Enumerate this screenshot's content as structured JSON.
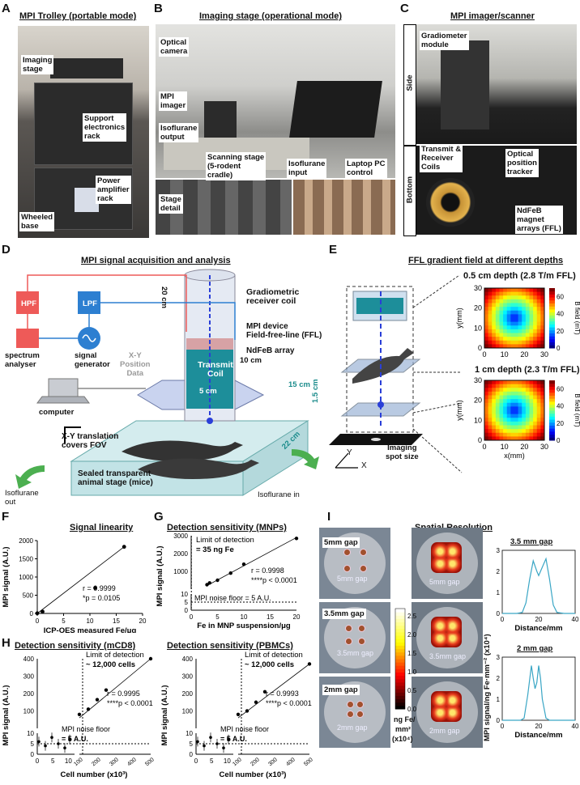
{
  "panels": {
    "A": {
      "letter": "A",
      "title": "MPI Trolley (portable mode)",
      "labels": {
        "imaging_stage": "Imaging\nstage",
        "support": "Support\nelectronics\nrack",
        "power": "Power\namplifier\nrack",
        "wheeled": "Wheeled\nbase"
      }
    },
    "B": {
      "letter": "B",
      "title": "Imaging stage (operational mode)",
      "labels": {
        "camera": "Optical\ncamera",
        "imager": "MPI\nimager",
        "iso_out": "Isoflurane\noutput",
        "scan_stage": "Scanning stage\n(5-rodent\ncradle)",
        "iso_in": "Isoflurane\ninput",
        "laptop": "Laptop PC\ncontrol",
        "stage_detail": "Stage\ndetail"
      }
    },
    "C": {
      "letter": "C",
      "title": "MPI imager/scanner",
      "labels": {
        "side": "Side",
        "bottom": "Bottom",
        "gradiometer": "Gradiometer\nmodule",
        "coils": "Transmit &\nReceiver\nCoils",
        "tracker": "Optical\nposition\ntracker",
        "magnets": "NdFeB\nmagnet\narrays (FFL)"
      }
    },
    "D": {
      "letter": "D",
      "title": "MPI signal acquisition and analysis",
      "labels": {
        "hpf": "HPF",
        "lpf": "LPF",
        "spectrum": "spectrum\nanalyser",
        "siggen": "signal\ngenerator",
        "xy_data": "X-Y\nPosition\nData",
        "computer": "computer",
        "gradio_coil": "Gradiometric\nreceiver coil",
        "mpi_device": "MPI device\nField-free-line (FFL)",
        "ndfeb": "NdFeB array",
        "transmit": "Transmit\nCoil",
        "d20": "20 cm",
        "d10": "10 cm",
        "d5": "5 cm",
        "d15": "15 cm",
        "d15b": "1.5 cm",
        "d22": "22 cm",
        "xy_trans": "X-Y translation\ncovers FOV",
        "sealed": "Sealed transparent\nanimal stage (mice)",
        "iso_out": "Isoflurane\nout",
        "iso_in": "Isoflurane in"
      }
    },
    "E": {
      "letter": "E",
      "title": "FFL gradient field at different depths",
      "labels": {
        "top": "0.5 cm depth (2.8 T/m FFL)",
        "bottom": "1 cm depth (2.3 T/m FFL)",
        "spot": "Imaging\nspot size",
        "ylab": "y(mm)",
        "xlab": "x(mm)",
        "cbar": "B field (mT)",
        "ax_y": "Y",
        "ax_x": "X"
      }
    },
    "F": {
      "letter": "F",
      "title": "Signal linearity",
      "labels": {
        "r": "r = 0.9999",
        "p": "*p = 0.0105"
      }
    },
    "G": {
      "letter": "G",
      "title": "Detection sensitivity (MNPs)",
      "labels": {
        "lod1": "Limit of detection",
        "lod2": "= 35 ng Fe",
        "r": "r = 0.9998",
        "p": "****p < 0.0001",
        "noise": "MPI noise floor = 5 A.U."
      }
    },
    "H1": {
      "letter": "H",
      "title": "Detection sensitivity (mCD8)",
      "labels": {
        "lod1": "Limit of detection",
        "lod2": "~ 12,000 cells",
        "r": "r = 0.9995",
        "p": "****p < 0.0001",
        "noise1": "MPI noise floor",
        "noise2": "= 5 A.U."
      }
    },
    "H2": {
      "title": "Detection sensitivity (PBMCs)",
      "labels": {
        "lod1": "Limit of detection",
        "lod2": "~ 12,000 cells",
        "r": "r = 0.9993",
        "p": "****p < 0.0001",
        "noise1": "MPI noise floor",
        "noise2": "= 5 A.U."
      }
    },
    "I": {
      "letter": "I",
      "title": "Spatial Resolution",
      "labels": {
        "g5": "5mm gap",
        "g35": "3.5mm gap",
        "g2": "2mm gap",
        "cbar1": "ng Fe/",
        "cbar2": "mm²",
        "cbar3": "(x10⁴)",
        "prof35": "3.5 mm gap",
        "prof2": "2 mm gap",
        "ylab": "MPI signal/ng Fe·mm⁻² (x10⁴)",
        "xlab": "Distance/mm",
        "disk5": "5mm gap",
        "disk35": "3.5mm gap",
        "disk2": "2mm gap"
      }
    }
  },
  "chart_data": [
    {
      "id": "F",
      "type": "scatter",
      "title": "Signal linearity",
      "xlabel": "ICP-OES measured Fe/μg",
      "ylabel": "MPI signal (A.U.)",
      "xlim": [
        0,
        20
      ],
      "ylim": [
        0,
        2000
      ],
      "xticks": [
        0,
        5,
        10,
        15,
        20
      ],
      "yticks": [
        0,
        500,
        1000,
        1500,
        2000
      ],
      "x": [
        0,
        1,
        11,
        16.5
      ],
      "y": [
        5,
        50,
        700,
        1830
      ]
    },
    {
      "id": "G",
      "type": "scatter",
      "title": "Detection sensitivity (MNPs)",
      "xlabel": "Fe in MNP suspension/μg",
      "ylabel": "MPI signal (A.U.)",
      "xlim": [
        0,
        20
      ],
      "ylim": [
        0,
        3000
      ],
      "xticks": [
        0,
        5,
        10,
        15,
        20
      ],
      "yticks": [
        1000,
        2000,
        3000
      ],
      "lower_yticks": [
        0,
        5,
        10
      ],
      "x": [
        3,
        3.5,
        5,
        7.5,
        10,
        20
      ],
      "y": [
        250,
        350,
        500,
        900,
        1400,
        2850
      ]
    },
    {
      "id": "H1",
      "type": "scatter",
      "title": "Detection sensitivity (mCD8)",
      "xlabel": "Cell number (x10³)",
      "ylabel": "MPI signal (A.U.)",
      "yticks": [
        100,
        200,
        300,
        400
      ],
      "lower_yticks": [
        0,
        5,
        10
      ],
      "xticks_low": [
        0,
        5,
        10
      ],
      "xticks_high": [
        100,
        200,
        300,
        400,
        500
      ],
      "x": [
        100,
        150,
        200,
        250,
        500
      ],
      "y": [
        80,
        110,
        165,
        220,
        400
      ]
    },
    {
      "id": "H2",
      "type": "scatter",
      "title": "Detection sensitivity (PBMCs)",
      "xlabel": "Cell number (x10³)",
      "ylabel": "MPI signal (A.U.)",
      "yticks": [
        100,
        200,
        300,
        400
      ],
      "lower_yticks": [
        0,
        5,
        10
      ],
      "xticks_low": [
        0,
        5,
        10
      ],
      "xticks_high": [
        100,
        200,
        300,
        400,
        500
      ],
      "x": [
        100,
        150,
        200,
        250,
        500
      ],
      "y": [
        80,
        100,
        150,
        210,
        370
      ]
    },
    {
      "id": "E1",
      "type": "heatmap",
      "xlim": [
        0,
        30
      ],
      "ylim": [
        0,
        30
      ],
      "xticks": [
        0,
        10,
        20,
        30
      ],
      "yticks": [
        0,
        10,
        20,
        30
      ],
      "cbar_ticks": [
        0,
        20,
        40,
        60
      ]
    },
    {
      "id": "E2",
      "type": "heatmap",
      "xlim": [
        0,
        30
      ],
      "ylim": [
        0,
        30
      ],
      "xticks": [
        0,
        10,
        20,
        30
      ],
      "yticks": [
        0,
        10,
        20,
        30
      ],
      "cbar_ticks": [
        0,
        20,
        40,
        60
      ]
    },
    {
      "id": "I1",
      "type": "line",
      "title": "3.5 mm gap",
      "xlim": [
        0,
        40
      ],
      "ylim": [
        0,
        3
      ],
      "xticks": [
        0,
        20,
        40
      ],
      "yticks": [
        0,
        1,
        2,
        3
      ],
      "x": [
        0,
        8,
        11,
        13,
        15,
        17,
        19,
        20,
        22,
        24,
        26,
        28,
        30,
        34,
        40
      ],
      "y": [
        0,
        0,
        0.05,
        0.5,
        1.6,
        2.5,
        2.0,
        1.8,
        2.2,
        2.6,
        1.6,
        0.4,
        0.05,
        0,
        0
      ]
    },
    {
      "id": "I2",
      "type": "line",
      "title": "2 mm gap",
      "xlim": [
        0,
        40
      ],
      "ylim": [
        0,
        3
      ],
      "xticks": [
        0,
        20,
        40
      ],
      "yticks": [
        0,
        1,
        2,
        3
      ],
      "x": [
        0,
        10,
        12,
        14,
        16,
        17,
        18,
        19,
        20,
        21,
        22,
        24,
        26,
        40
      ],
      "y": [
        0,
        0,
        0.1,
        1.2,
        2.6,
        2.0,
        1.5,
        1.8,
        2.6,
        2.0,
        1.0,
        0.1,
        0,
        0
      ]
    },
    {
      "id": "Icbar",
      "type": "heatmap",
      "cbar_ticks": [
        0,
        0.5,
        1.0,
        1.5,
        2.0,
        2.5
      ]
    }
  ]
}
